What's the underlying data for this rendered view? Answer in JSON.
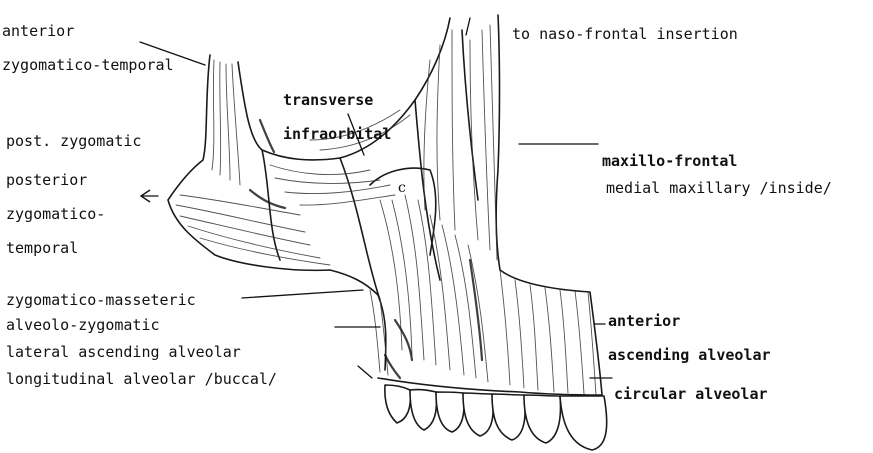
{
  "labels": {
    "anterior_zygomatico_temporal": [
      "anterior",
      "zygomatico-temporal"
    ],
    "naso_frontal": "to naso-frontal insertion",
    "transverse_infraorbital": [
      "transverse",
      "infraorbital"
    ],
    "post_zygomatic": "post. zygomatic",
    "maxillo_frontal": "maxillo-frontal",
    "medial_maxillary": "medial maxillary /inside/",
    "posterior_zygomatico_temporal": [
      "posterior",
      "zygomatico-",
      "temporal"
    ],
    "zygomatico_masseteric": "zygomatico-masseteric",
    "alveolo_zygomatic": "alveolo-zygomatic",
    "lateral_ascending_alveolar": "lateral ascending alveolar",
    "longitudinal_alveolar": "longitudinal alveolar /buccal/",
    "anterior_ascending_alveolar": [
      "anterior",
      "ascending alveolar"
    ],
    "circular_alveolar": "circular alveolar"
  },
  "colors": {
    "ink": "#111111",
    "paper": "#ffffff"
  }
}
